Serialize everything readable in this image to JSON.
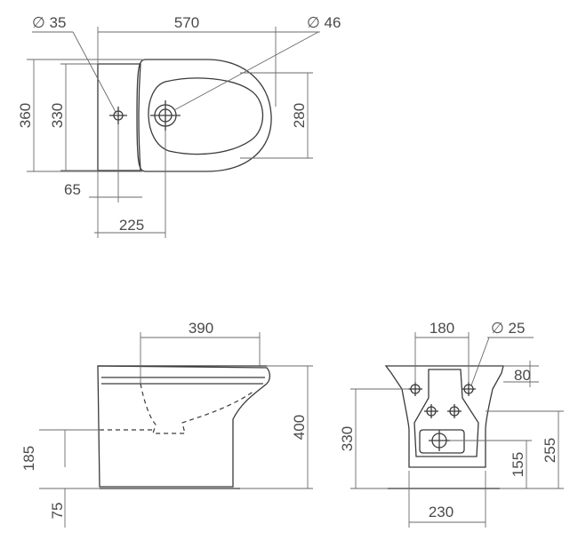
{
  "top_view": {
    "dim_width": "570",
    "dim_hole_small": "∅ 35",
    "dim_hole_large": "∅ 46",
    "dim_depth": "360",
    "dim_tank_depth": "330",
    "dim_bowl_depth": "280",
    "dim_offset_small": "65",
    "dim_offset_large": "225"
  },
  "side_view": {
    "dim_bowl_length": "390",
    "dim_height": "400",
    "dim_drain_height": "185",
    "dim_base_height": "75"
  },
  "rear_view": {
    "dim_hole_spacing": "180",
    "dim_hole_diameter": "∅ 25",
    "dim_top_offset": "80",
    "dim_height": "330",
    "dim_drain_center": "155",
    "dim_drain_top": "255",
    "dim_base_width": "230"
  }
}
